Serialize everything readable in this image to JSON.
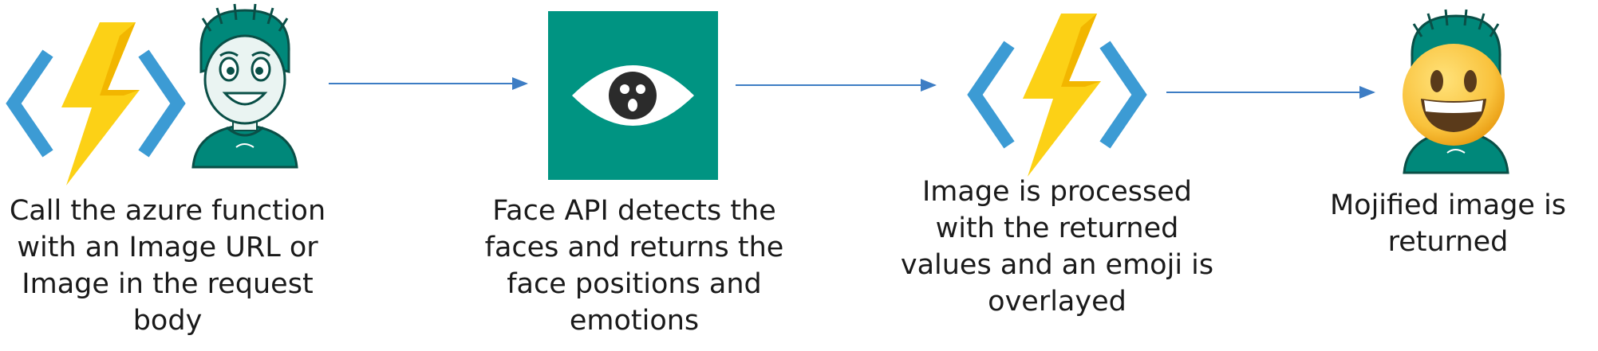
{
  "steps": [
    {
      "caption": "Call the azure function\nwith an Image URL or\nImage in the request\nbody"
    },
    {
      "caption": "Face API detects the\nfaces and returns the\nface positions and\nemotions"
    },
    {
      "caption": "Image is processed\nwith the returned\nvalues and an emoji is\noverlayed"
    },
    {
      "caption": "Mojified image is\nreturned"
    }
  ],
  "icons": {
    "step1": [
      "azure-function-icon",
      "cartoon-person-icon"
    ],
    "step2": [
      "face-api-eye-icon"
    ],
    "step3": [
      "azure-function-icon"
    ],
    "step4": [
      "cartoon-person-icon",
      "grinning-emoji-icon"
    ]
  },
  "colors": {
    "function_brackets": "#3c9bd4",
    "lightning_bolt": "#fcd116",
    "lightning_bolt_shade": "#f2b600",
    "face_api_bg": "#009482",
    "person_teal": "#00887a",
    "arrow": "#3d7dc4",
    "emoji_yellow": "#f9c23c"
  }
}
